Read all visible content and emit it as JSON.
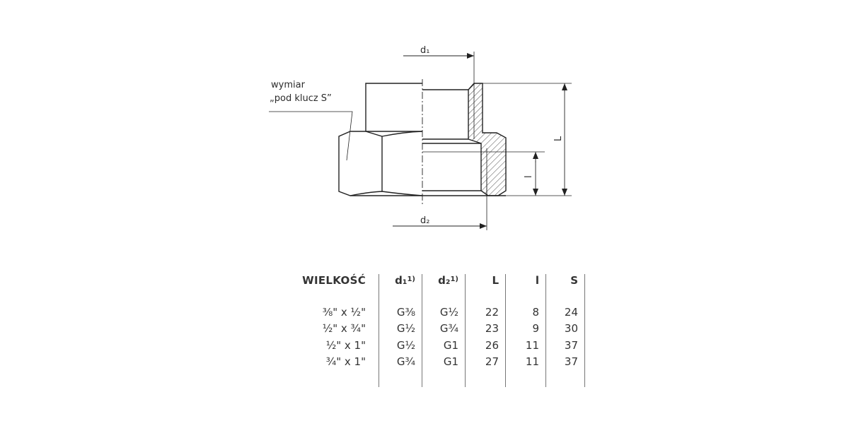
{
  "drawing": {
    "wrench_note_line1": "wymiar",
    "wrench_note_line2": "„pod klucz S”",
    "dim_d1": "d₁",
    "dim_d2": "d₂",
    "dim_L": "L",
    "dim_l": "l"
  },
  "table": {
    "headers": [
      "WIELKOŚĆ",
      "d₁",
      "d₂",
      "L",
      "l",
      "S"
    ],
    "footnote_mark": "1)",
    "rows": [
      [
        "⅜\" x ½\"",
        "G⅜",
        "G½",
        "22",
        "8",
        "24"
      ],
      [
        "½\" x ¾\"",
        "G½",
        "G¾",
        "23",
        "9",
        "30"
      ],
      [
        "½\" x 1\"",
        "G½",
        "G1",
        "26",
        "11",
        "37"
      ],
      [
        "¾\" x 1\"",
        "G¾",
        "G1",
        "27",
        "11",
        "37"
      ]
    ]
  }
}
